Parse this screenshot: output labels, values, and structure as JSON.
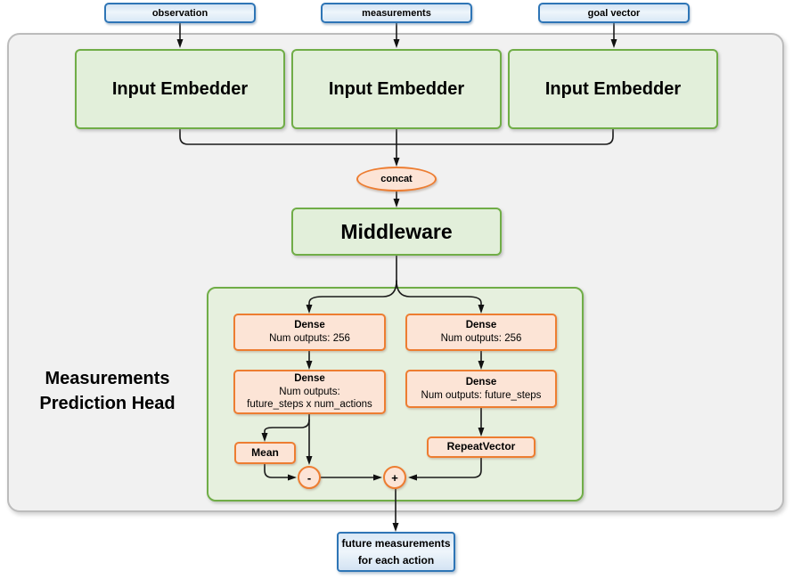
{
  "colors": {
    "blue_border": "#2e75b6",
    "blue_fill": "#dbe9f7",
    "green_border": "#70ad47",
    "green_fill": "#e2efda",
    "orange_border": "#ed7d31",
    "orange_fill": "#fce4d6",
    "container_fill": "#f1f1f1",
    "container_border": "#bcbcbc",
    "wire": "#1a1a1a"
  },
  "inputs": [
    {
      "label": "observation"
    },
    {
      "label": "measurements"
    },
    {
      "label": "goal vector"
    }
  ],
  "embedders": [
    {
      "label": "Input Embedder"
    },
    {
      "label": "Input Embedder"
    },
    {
      "label": "Input Embedder"
    }
  ],
  "concat_label": "concat",
  "middleware_label": "Middleware",
  "head": {
    "label": {
      "line1": "Measurements",
      "line2": "Prediction Head"
    },
    "left": {
      "dense1": {
        "title": "Dense",
        "sub": "Num outputs: 256"
      },
      "dense2": {
        "title": "Dense",
        "sub": "Num outputs:",
        "sub2": "future_steps x num_actions"
      },
      "mean": "Mean",
      "op": "-"
    },
    "right": {
      "dense1": {
        "title": "Dense",
        "sub": "Num outputs: 256"
      },
      "dense2": {
        "title": "Dense",
        "sub": "Num outputs: future_steps"
      },
      "repeat": "RepeatVector",
      "op": "+"
    }
  },
  "output": {
    "line1": "future measurements",
    "line2": "for each action"
  }
}
